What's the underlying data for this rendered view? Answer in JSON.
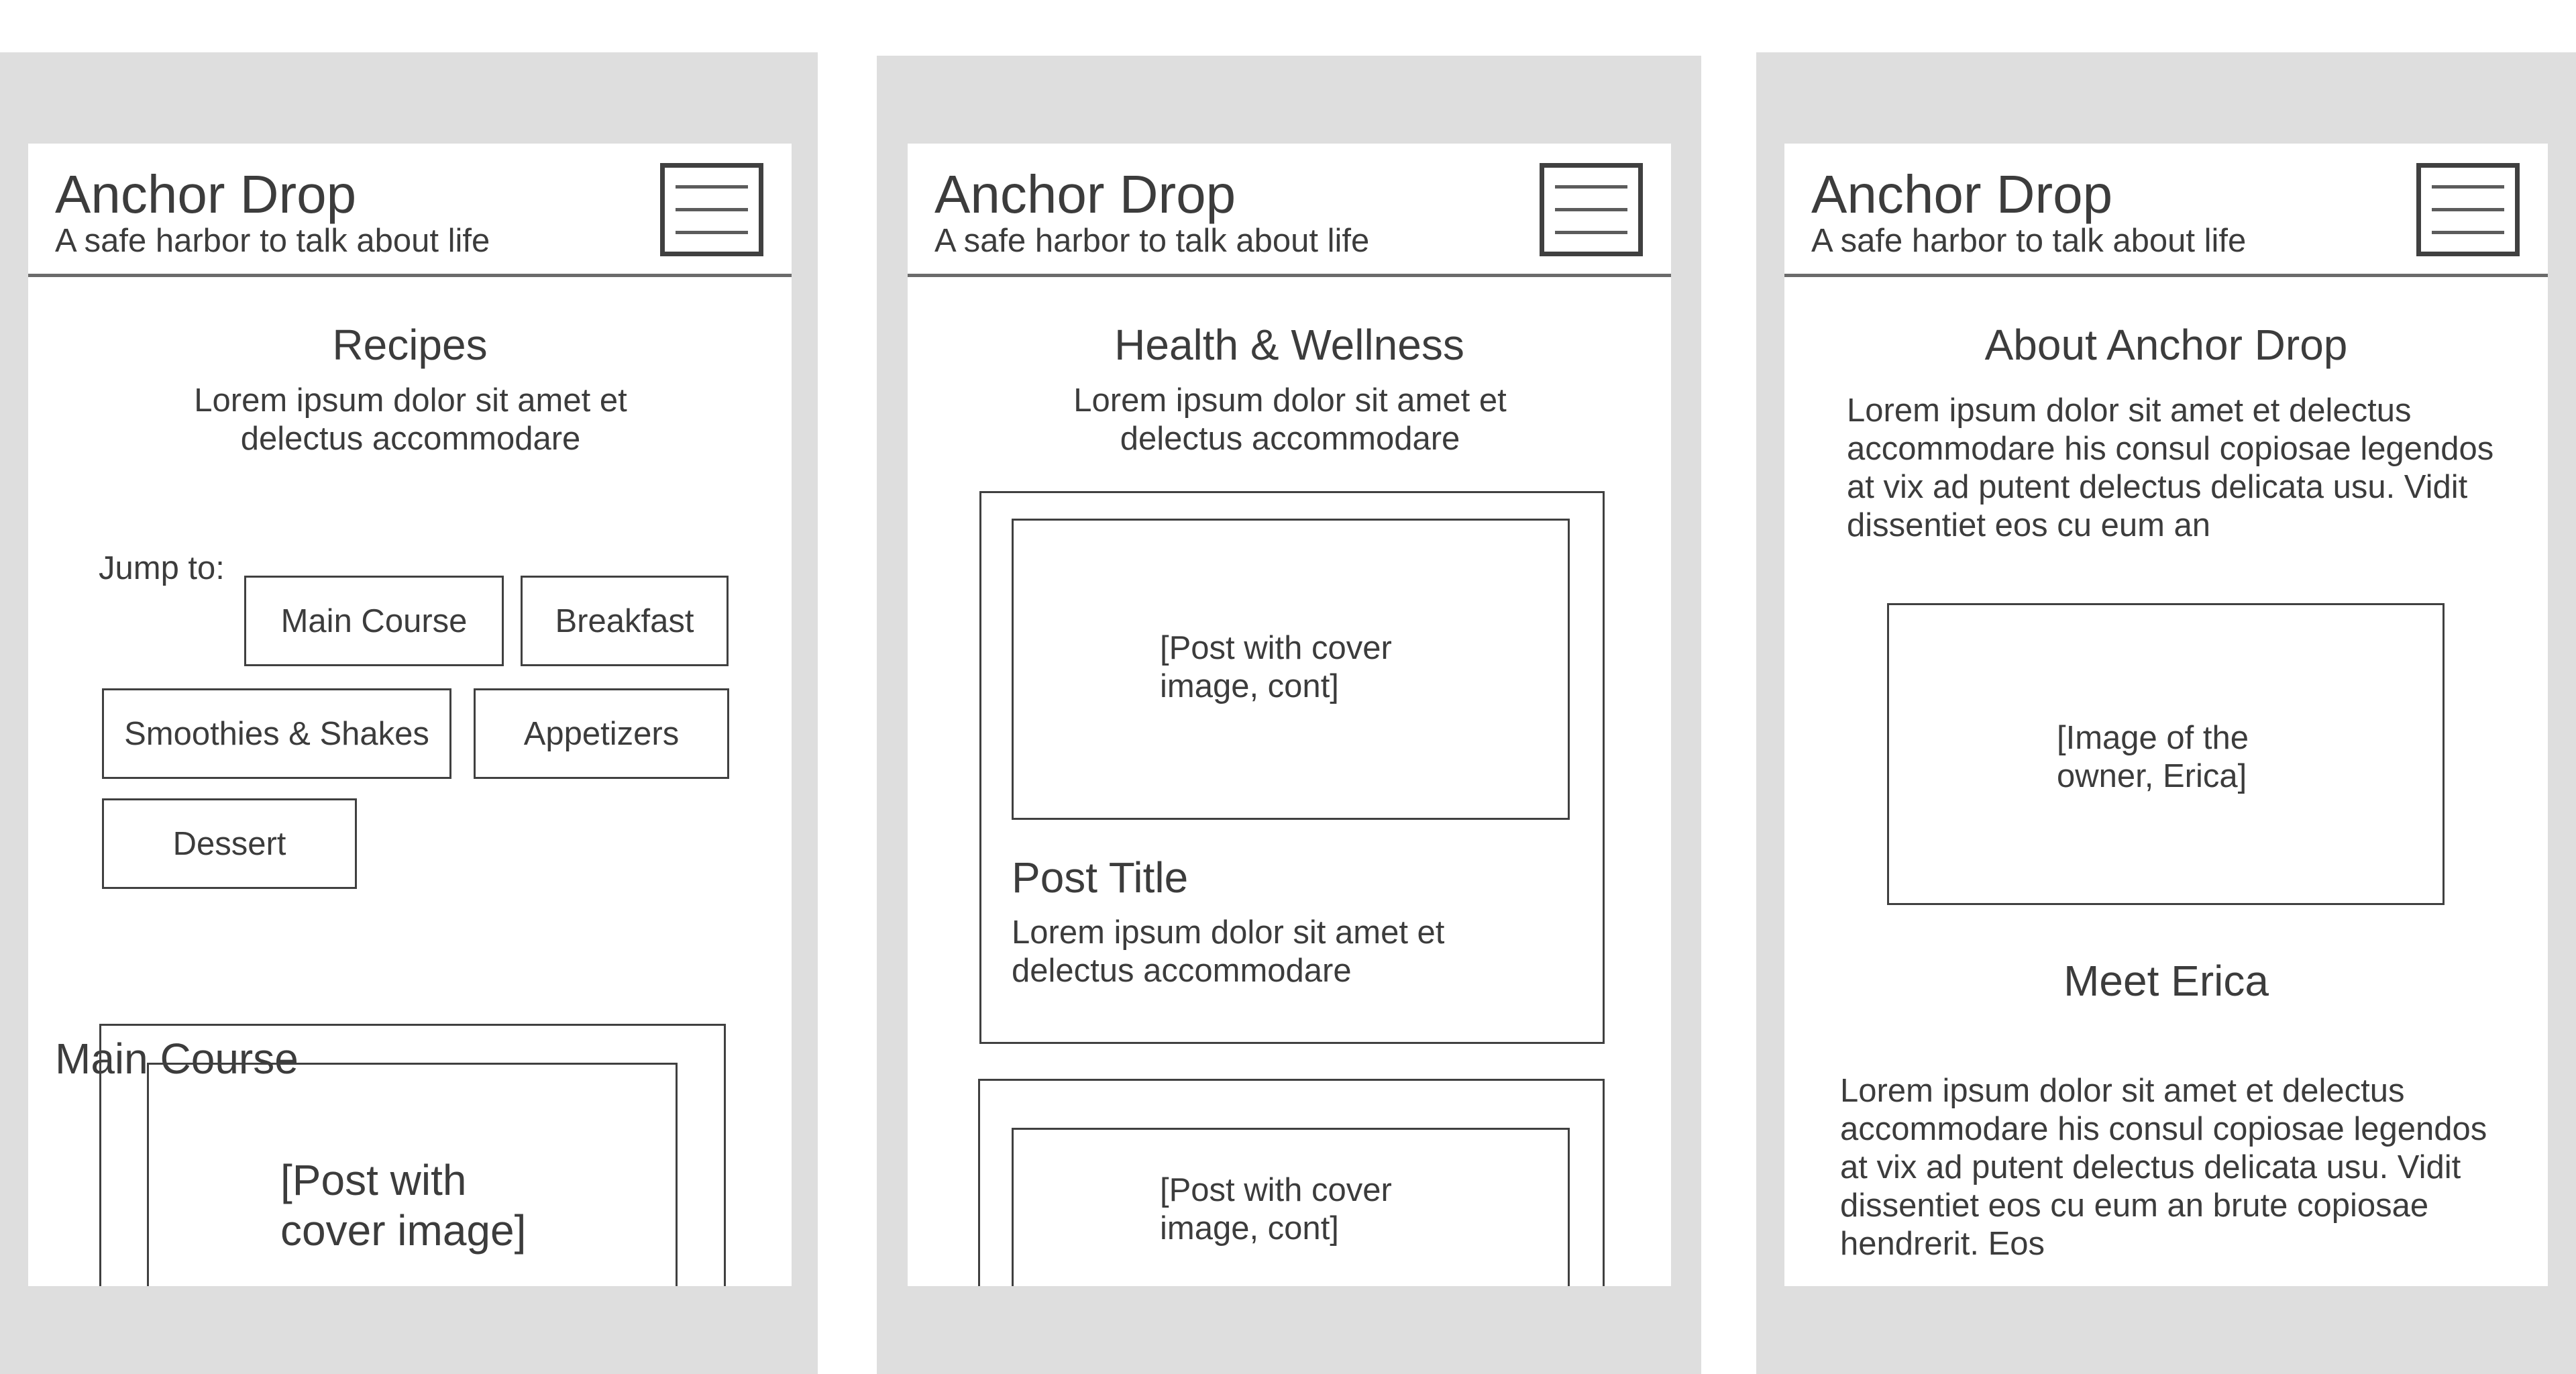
{
  "site": {
    "title": "Anchor Drop",
    "tagline": "A safe harbor to talk about life",
    "menu_icon": "hamburger-menu-icon"
  },
  "colors": {
    "device_frame": "#dedede",
    "screen": "#ffffff",
    "outline": "#404040",
    "text": "#3c3c3c"
  },
  "screens": {
    "recipes": {
      "heading": "Recipes",
      "intro": "Lorem ipsum dolor sit amet et delectus accommodare",
      "jump_label": "Jump to:",
      "jump_links": [
        "Main Course",
        "Breakfast",
        "Smoothies & Shakes",
        "Appetizers",
        "Dessert"
      ],
      "section_heading": "Main Course",
      "post_placeholder": "[Post with cover image]"
    },
    "health": {
      "heading": "Health & Wellness",
      "intro": "Lorem ipsum dolor sit amet et delectus accommodare",
      "posts": [
        {
          "placeholder": "[Post with cover image, cont]",
          "title": "Post Title",
          "excerpt": "Lorem ipsum dolor sit amet et delectus accommodare"
        },
        {
          "placeholder": "[Post with cover image, cont]"
        }
      ]
    },
    "about": {
      "heading": "About Anchor Drop",
      "intro": "Lorem ipsum dolor sit amet et delectus accommodare his consul copiosae legendos at vix ad putent delectus delicata usu. Vidit dissentiet eos cu eum an",
      "image_placeholder": "[Image of the owner, Erica]",
      "section_heading": "Meet Erica",
      "body": "Lorem ipsum dolor sit amet et delectus accommodare his consul copiosae legendos at vix ad putent delectus delicata usu. Vidit dissentiet eos cu eum an brute copiosae hendrerit. Eos"
    }
  }
}
